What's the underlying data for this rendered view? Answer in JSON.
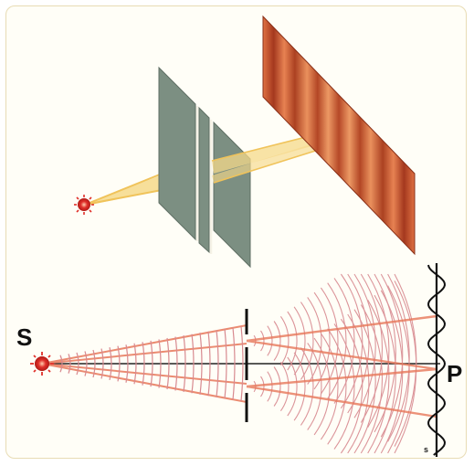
{
  "labels": {
    "source": "S",
    "point": "P",
    "small_mark": "s"
  },
  "colors": {
    "background": "#fffef7",
    "frame_border": "#e8dcb4",
    "screen_plate": "#7c8f82",
    "beam": "#f3c96b",
    "fringe_bright": "#e87848",
    "fringe_dark": "#a83a20",
    "source": "#e0302a",
    "ray": "#e8785a",
    "wavefront": "#d88a90",
    "ink": "#111111"
  },
  "icons": {
    "source": "starburst-source-icon"
  }
}
